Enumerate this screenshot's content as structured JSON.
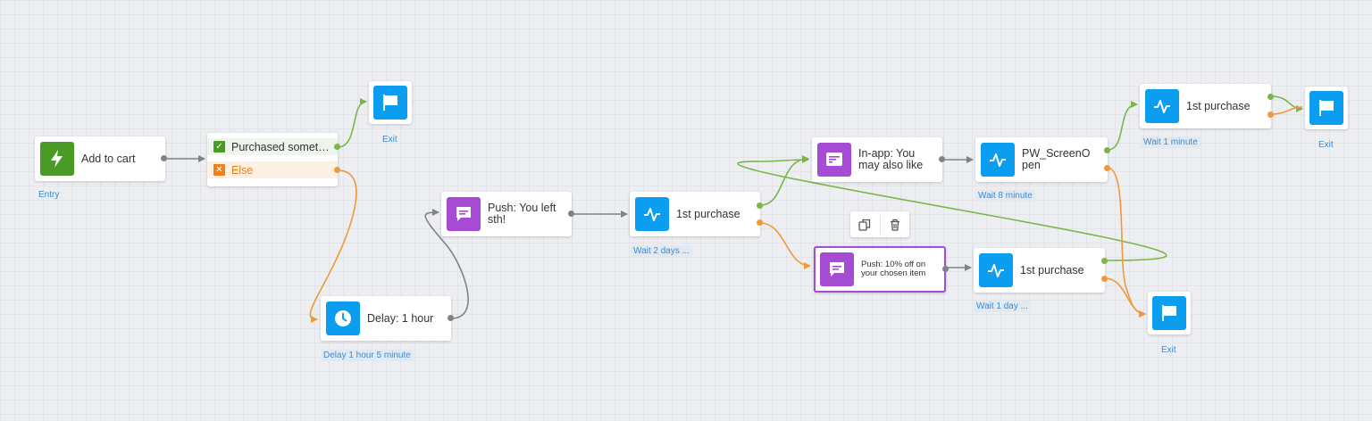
{
  "nodes": {
    "entry": {
      "label": "Add to cart",
      "caption": "Entry"
    },
    "split": {
      "yes_label": "Purchased somet…",
      "else_label": "Else"
    },
    "exit1": {
      "caption": "Exit"
    },
    "delay": {
      "label": "Delay: 1 hour",
      "caption": "Delay 1 hour 5 minute"
    },
    "push1": {
      "label": "Push: You left sth!"
    },
    "wait1": {
      "label": "1st purchase",
      "caption": "Wait 2 days ..."
    },
    "inapp": {
      "label": "In-app: You may also like"
    },
    "push2": {
      "label": "Push: 10% off on your chosen item"
    },
    "wait_screen": {
      "label": "PW_ScreenOpen",
      "caption": "Wait 8 minute"
    },
    "wait2": {
      "label": "1st purchase",
      "caption": "Wait 1 day ..."
    },
    "wait3": {
      "label": "1st purchase",
      "caption": "Wait 1 minute"
    },
    "exit2": {
      "caption": "Exit"
    },
    "exit3": {
      "caption": "Exit"
    }
  },
  "toolbar": {
    "icons": [
      "copy-icon",
      "trash-icon"
    ]
  },
  "colors": {
    "green": "#4a9b25",
    "blue": "#0a9df0",
    "purple": "#a64bd4",
    "wire_gray": "#808386",
    "wire_green": "#7ab648",
    "wire_orange": "#f0993a",
    "caption_blue": "#3a8ad6",
    "else_orange": "#f07e1a",
    "selected_border": "#a64bd4"
  }
}
